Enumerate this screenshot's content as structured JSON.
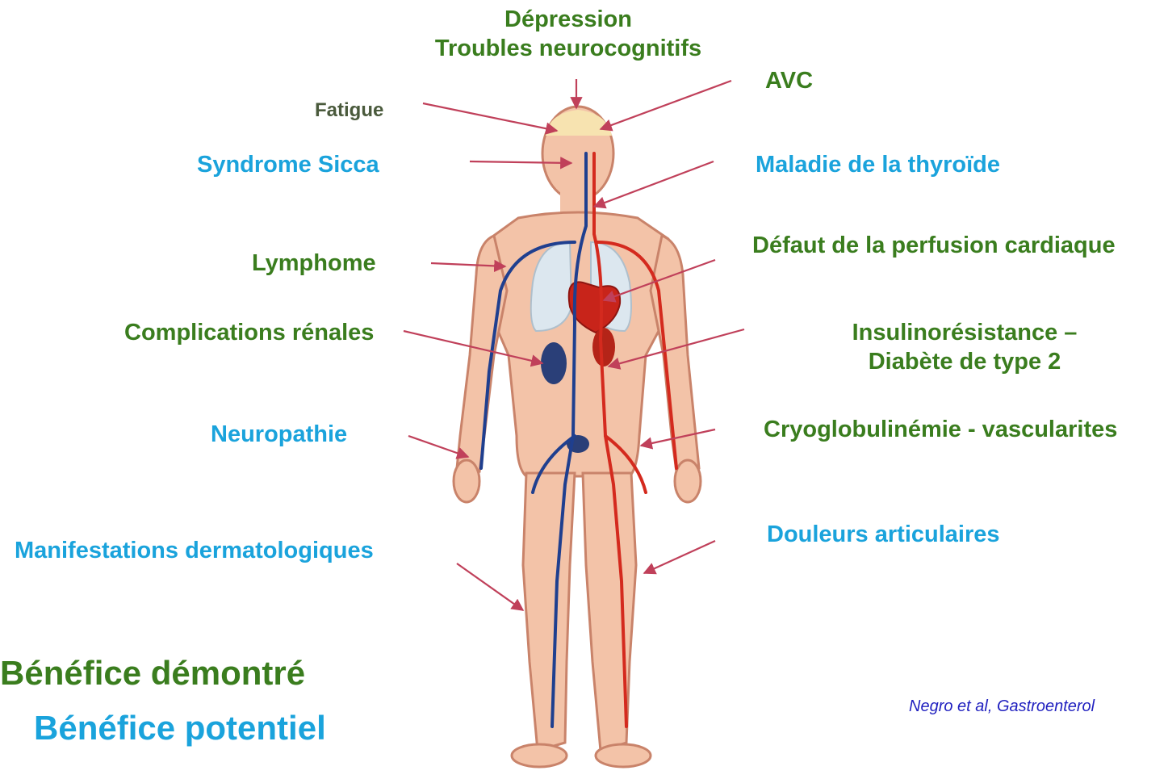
{
  "labels": {
    "depression": "Dépression",
    "troubles": "Troubles neurocognitifs",
    "avc": "AVC",
    "fatigue": "Fatigue",
    "sicca": "Syndrome Sicca",
    "thyroide": "Maladie de la thyroïde",
    "lymphome": "Lymphome",
    "perfusion": "Défaut de la perfusion cardiaque",
    "renal": "Complications rénales",
    "insulin_line1": "Insulinorésistance –",
    "insulin_line2": "Diabète de type 2",
    "neuropathie": "Neuropathie",
    "cryo": "Cryoglobulinémie - vascularites",
    "derm": "Manifestations dermatologiques",
    "douleurs": "Douleurs articulaires"
  },
  "legend": {
    "demontre": "Bénéfice démontré",
    "potentiel": "Bénéfice potentiel"
  },
  "citation": "Negro et al, Gastroenterol",
  "colors": {
    "demontre": "#3a7d1e",
    "potentiel": "#1aa3dc",
    "arrow": "#c0405a",
    "skin": "#f3c3a8",
    "vein": "#1f3f8f",
    "artery": "#d42a1e"
  }
}
